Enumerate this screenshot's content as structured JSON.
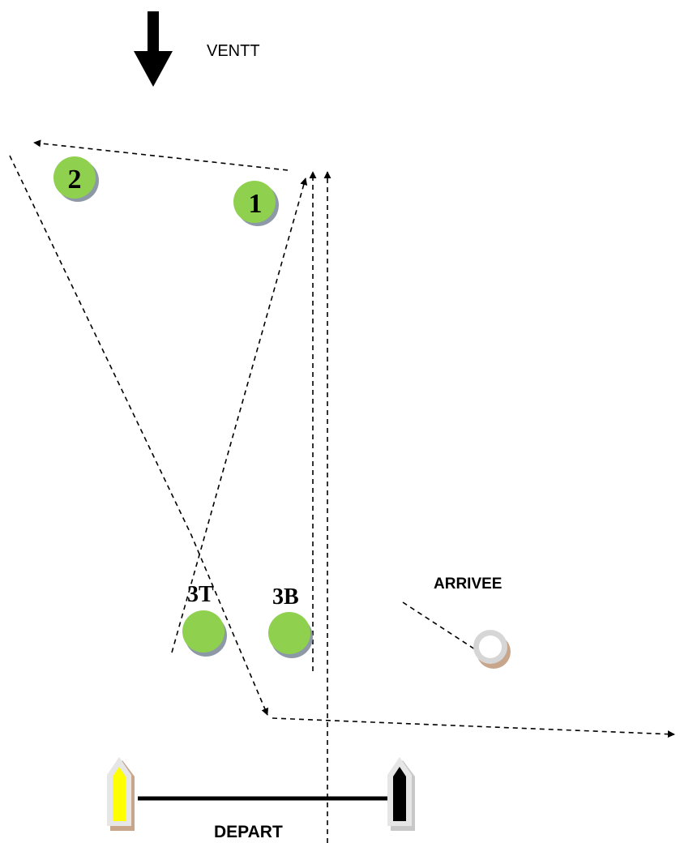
{
  "wind": {
    "label": "VENTT",
    "icon": "wind-arrow-down-icon"
  },
  "marks": {
    "mark1": "1",
    "mark2": "2",
    "mark3T": "3T",
    "mark3B": "3B"
  },
  "finish": {
    "label": "ARRIVEE"
  },
  "start": {
    "label": "DEPART"
  },
  "colors": {
    "buoy": "#8fd14f",
    "buoy_shadow": "#8e99a8",
    "start_boat_pin": "#ffff00",
    "start_boat_committee": "#000000",
    "boat_shadow": "#c8a68c",
    "course_line": "#000000"
  }
}
